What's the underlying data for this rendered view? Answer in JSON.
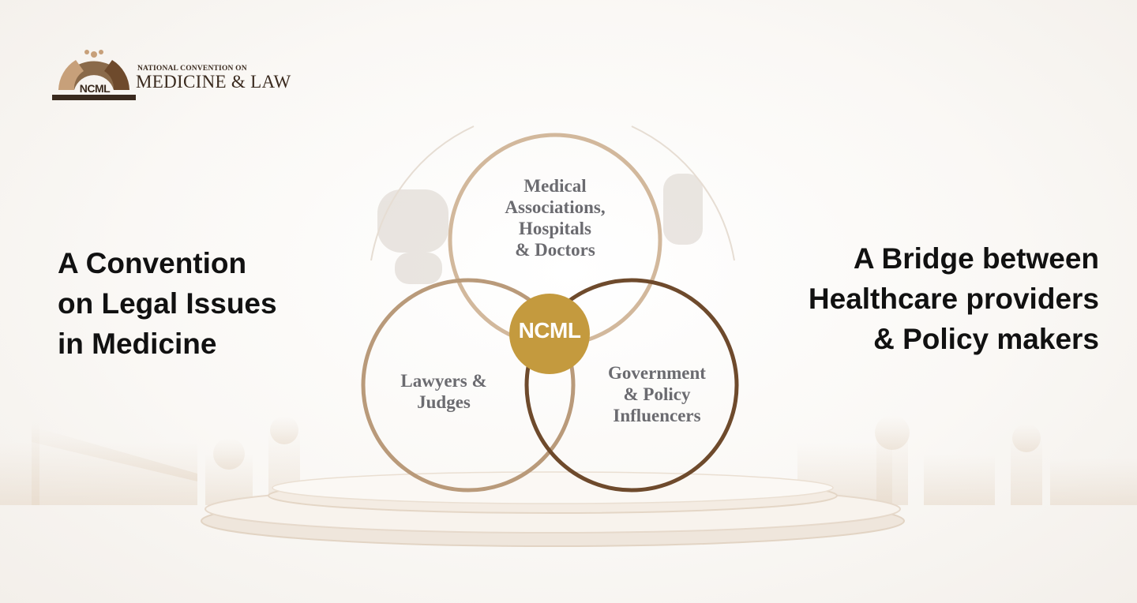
{
  "logo": {
    "abbr": "NCML",
    "line1": "NATIONAL CONVENTION ON",
    "line2": "MEDICINE & LAW"
  },
  "left_tagline": [
    "A Convention",
    "on Legal Issues",
    "in Medicine"
  ],
  "right_tagline": [
    "A Bridge between",
    "Healthcare providers",
    "& Policy makers"
  ],
  "diagram": {
    "center": "NCML",
    "top_circle": [
      "Medical",
      "Associations,",
      "Hospitals",
      "& Doctors"
    ],
    "left_circle": [
      "Lawyers &",
      "Judges"
    ],
    "right_circle": [
      "Government",
      "& Policy",
      "Influencers"
    ]
  },
  "colors": {
    "brand_brown": "#8a6a4a",
    "light_ring": "#d2b89c",
    "mid_ring": "#b99a7a",
    "dark_ring": "#6e4a2c",
    "center_gold": "#c49a3e"
  }
}
